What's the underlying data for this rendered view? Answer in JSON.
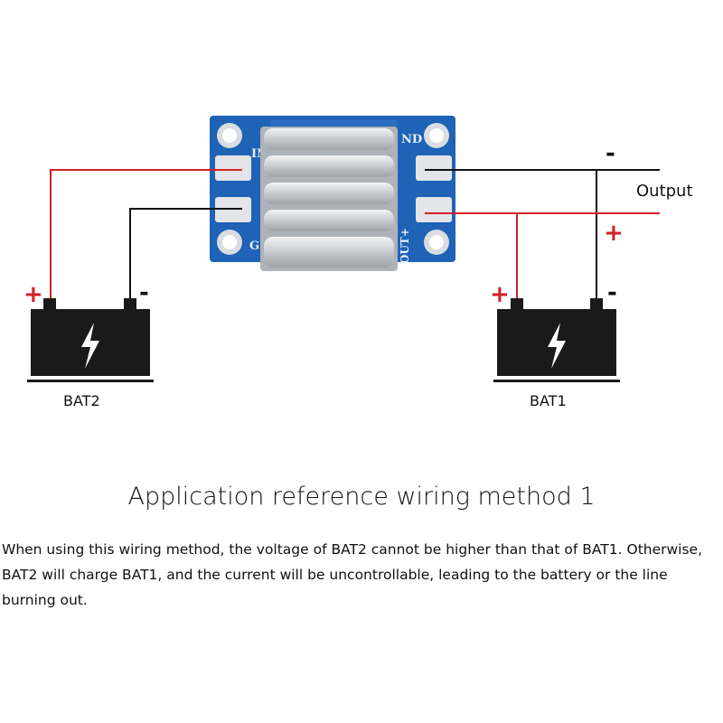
{
  "module": {
    "pin_in": "IN",
    "pin_gnd_left": "GN",
    "pin_gnd_right": "ND",
    "pin_out": "OUT+"
  },
  "output_label": "Output",
  "batteries": [
    {
      "label": "BAT2",
      "plus": "+",
      "minus": "-"
    },
    {
      "label": "BAT1",
      "plus": "+",
      "minus": "-"
    }
  ],
  "output_signs": {
    "minus": "-",
    "plus": "+"
  },
  "title": "Application reference wiring method 1",
  "description": "When using this wiring method, the voltage of BAT2 cannot be higher than that of BAT1. Otherwise, BAT2 will charge BAT1, and the current will be uncontrollable, leading to the battery or the line burning out.",
  "colors": {
    "wire_positive": "#d21f26",
    "wire_negative": "#111111",
    "pcb": "#1e63b5",
    "heatsink": "#c9cdd2",
    "battery": "#1a1a1a"
  }
}
